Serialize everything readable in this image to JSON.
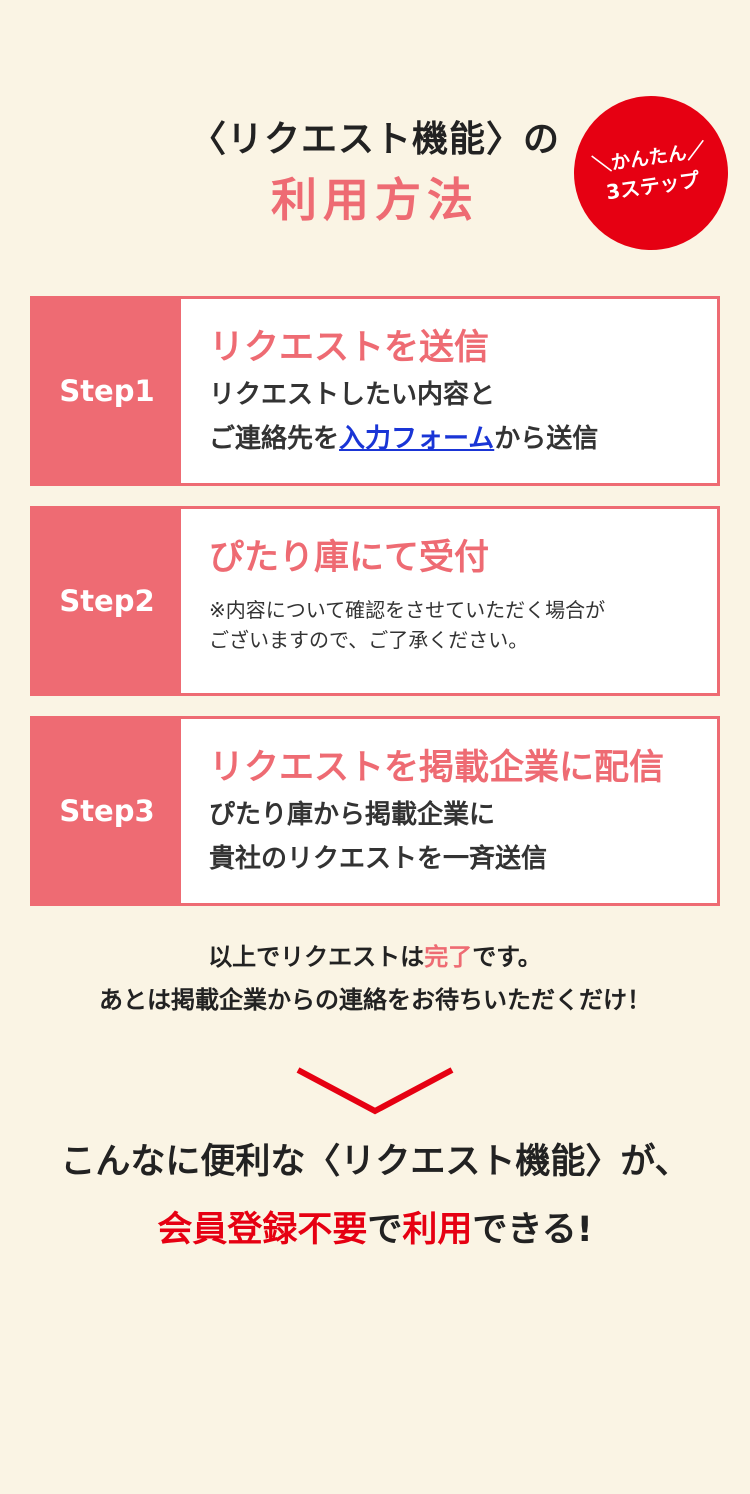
{
  "header": {
    "line1": "〈リクエスト機能〉の",
    "line2": "利用方法"
  },
  "badge": {
    "line1": "＼かんたん／",
    "line2": "3ステップ"
  },
  "steps": [
    {
      "label": "Step1",
      "title": "リクエストを送信",
      "desc_line1": "リクエストしたい内容と",
      "desc_line2_pre": "ご連絡先を",
      "desc_line2_link": "入力フォーム",
      "desc_line2_post": "から送信"
    },
    {
      "label": "Step2",
      "title": "ぴたり庫にて受付",
      "note_line1": "※内容について確認をさせていただく場合が",
      "note_line2": "ございますので、ご了承ください。"
    },
    {
      "label": "Step3",
      "title": "リクエストを掲載企業に配信",
      "desc_line1": "ぴたり庫から掲載企業に",
      "desc_line2": "貴社のリクエストを一斉送信"
    }
  ],
  "summary": {
    "line1_pre": "以上でリクエストは",
    "line1_accent": "完了",
    "line1_post": "です。",
    "line2": "あとは掲載企業からの連絡をお待ちいただくだけ！"
  },
  "closing": {
    "line1": "こんなに便利な〈リクエスト機能〉が、",
    "line2_red1": "会員登録不要",
    "line2_mid": "で",
    "line2_red2": "利用",
    "line2_post": "できる!"
  },
  "colors": {
    "accent_pink": "#ee6b73",
    "brand_red": "#e60012",
    "link_blue": "#1a35d6",
    "background": "#faf4e4"
  }
}
